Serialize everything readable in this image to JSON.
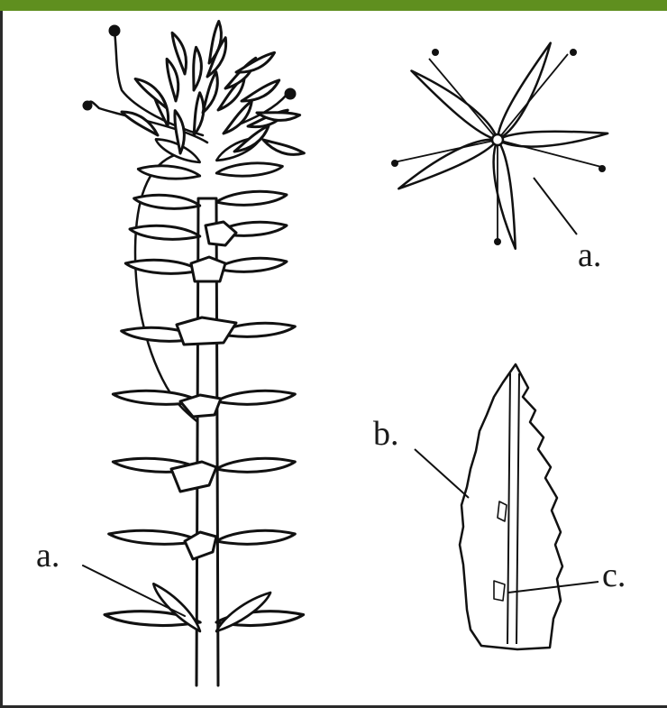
{
  "labels": {
    "stem_a": "a.",
    "flower_a": "a.",
    "leaf_b": "b.",
    "leaf_c": "c."
  },
  "colors": {
    "top_bar": "#5f8f1f",
    "stroke": "#111111",
    "background": "#ffffff"
  }
}
